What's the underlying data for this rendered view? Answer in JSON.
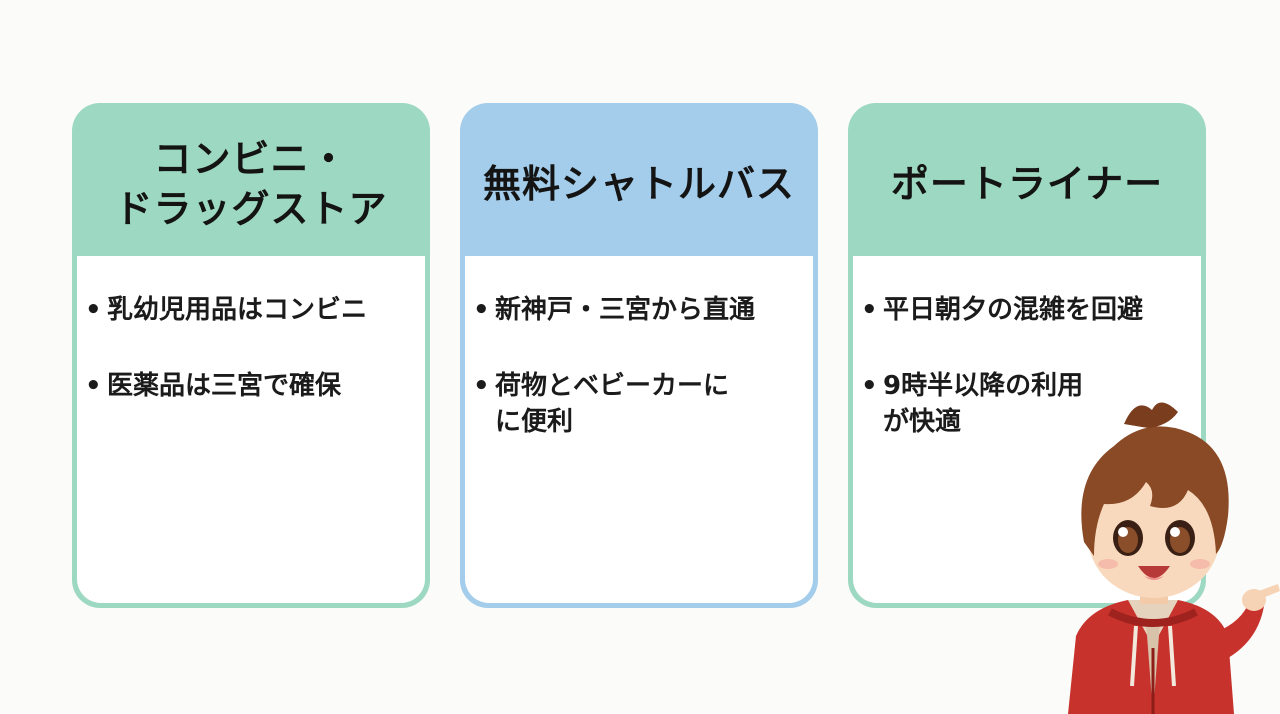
{
  "cards": [
    {
      "title": "コンビニ・\nドラッグストア",
      "color": "#9dd8c2",
      "items": [
        "乳幼児用品はコンビニ",
        "医薬品は三宮で確保"
      ]
    },
    {
      "title": "無料シャトルバス",
      "color": "#a3cdea",
      "items": [
        "新神戸・三宮から直通",
        "荷物とベビーカーに\nに便利"
      ]
    },
    {
      "title": "ポートライナー",
      "color": "#9dd8c2",
      "items": [
        "平日朝夕の混雑を回避",
        "9時半以降の利用\nが快適"
      ]
    }
  ],
  "bullet_glyph": "•",
  "mascot": {
    "icon": "pointing-character-icon"
  }
}
